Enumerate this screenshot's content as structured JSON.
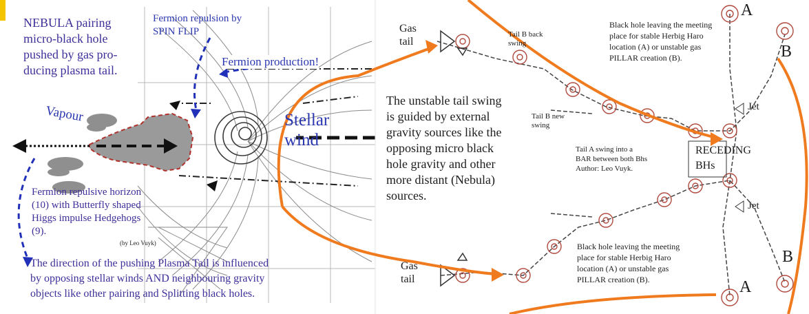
{
  "colors": {
    "purple_text": "#3d2f9a",
    "blue_text": "#2b37b0",
    "orange_arrow": "#f07a1e",
    "plasma_grey": "#9a9a9a",
    "dashed_red": "#b0322c",
    "navy_arrow": "#2030b8"
  },
  "left_panel": {
    "nebula_text": "NEBULA pairing\nmicro-black hole\npushed by gas pro-\nducing plasma tail.",
    "spin_flip": "Fermion repulsion by\nSPIN FLIP",
    "fermion_production": "Fermion production!",
    "vapour": "Vapour",
    "stellar_wind": "Stellar\nwind",
    "horizon_text": "Fermion repulsive horizon\n(10) with Butterfly shaped\nHiggs impulse Hedgehogs\n(9).",
    "by_author": "(by Leo Vuyk)",
    "direction_text": "The direction of  the pushing Plasma Tail is influenced\nby opposing stellar winds AND neighbouring gravity\nobjects like other pairing and Splitting black holes."
  },
  "right_panel": {
    "gas_tail_top": "Gas\ntail",
    "gas_tail_bottom": "Gas\ntail",
    "tail_b_back": "Tail B back\nswing",
    "tail_b_new": "Tail B new\nswing",
    "black_hole_top": "Black hole leaving the meeting\nplace for stable Herbig Haro\nlocation (A) or unstable gas\nPILLAR creation (B).",
    "black_hole_bottom": "Black hole leaving the meeting\nplace for stable Herbig Haro\nlocation (A) or unstable gas\nPILLAR creation (B).",
    "unstable_text": "The unstable tail swing\nis guided by external\ngravity sources like the\nopposing micro black\nhole gravity and other\nmore distant (Nebula)\nsources.",
    "tail_a_text": "Tail A swing into a\nBAR between both Bhs\nAuthor: Leo Vuyk.",
    "receding": "RECEDING\nBHs",
    "jet_top": "Jet",
    "jet_bottom": "Jet",
    "label_a_top": "A",
    "label_b_top": "B",
    "label_b_bottom": "B",
    "label_a_bottom": "A"
  }
}
